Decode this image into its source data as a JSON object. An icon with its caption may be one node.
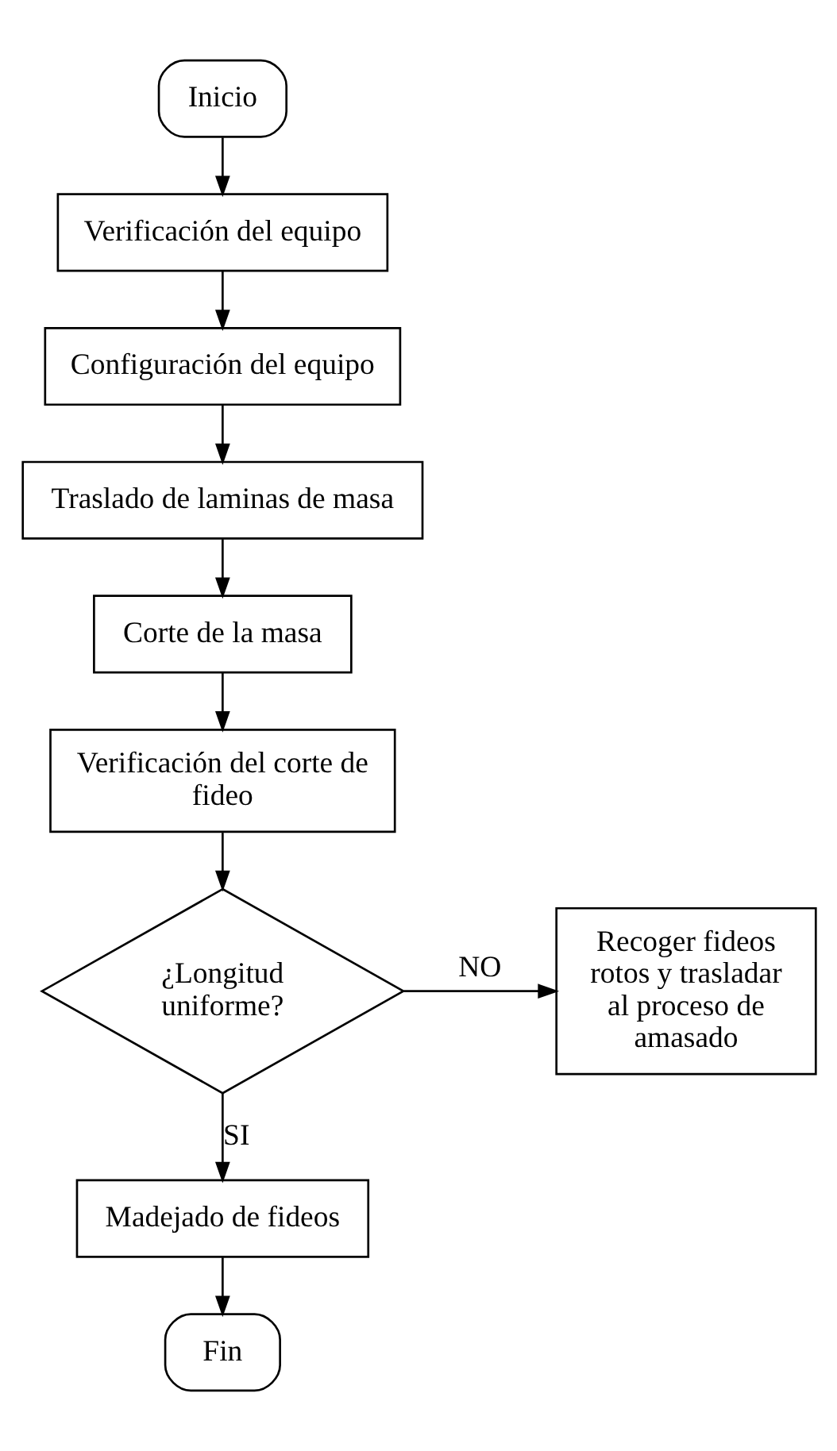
{
  "diagram": {
    "nodes": [
      {
        "text": [
          "Inicio"
        ]
      },
      {
        "text": [
          "Verificación del equipo"
        ]
      },
      {
        "text": [
          "Configuración del equipo"
        ]
      },
      {
        "text": [
          "Traslado de laminas de masa"
        ]
      },
      {
        "text": [
          "Corte de la masa"
        ]
      },
      {
        "text": [
          "Verificación del corte de fideo"
        ]
      },
      {
        "text": [
          "¿Longitud uniforme?"
        ]
      },
      {
        "text": [
          "Recoger fideos rotos y trasladar al proceso de amasado"
        ]
      },
      {
        "text": [
          "Madejado de fideos"
        ]
      },
      {
        "text": [
          "Fin"
        ]
      }
    ],
    "edges": [
      {
        "from": 0,
        "to": 1,
        "arrow": "to"
      },
      {
        "from": 1,
        "to": 2,
        "arrow": "to"
      },
      {
        "from": 2,
        "to": 3,
        "arrow": "to"
      },
      {
        "from": 3,
        "to": 4,
        "arrow": "to"
      },
      {
        "from": 4,
        "to": 5,
        "arrow": "to"
      },
      {
        "from": 5,
        "to": 6,
        "arrow": "to"
      },
      {
        "from": 6,
        "to": 7,
        "arrow": "to",
        "label": "NO"
      },
      {
        "from": 6,
        "to": 8,
        "arrow": "to",
        "label": "SI"
      },
      {
        "from": 8,
        "to": 9,
        "arrow": "to"
      }
    ]
  }
}
